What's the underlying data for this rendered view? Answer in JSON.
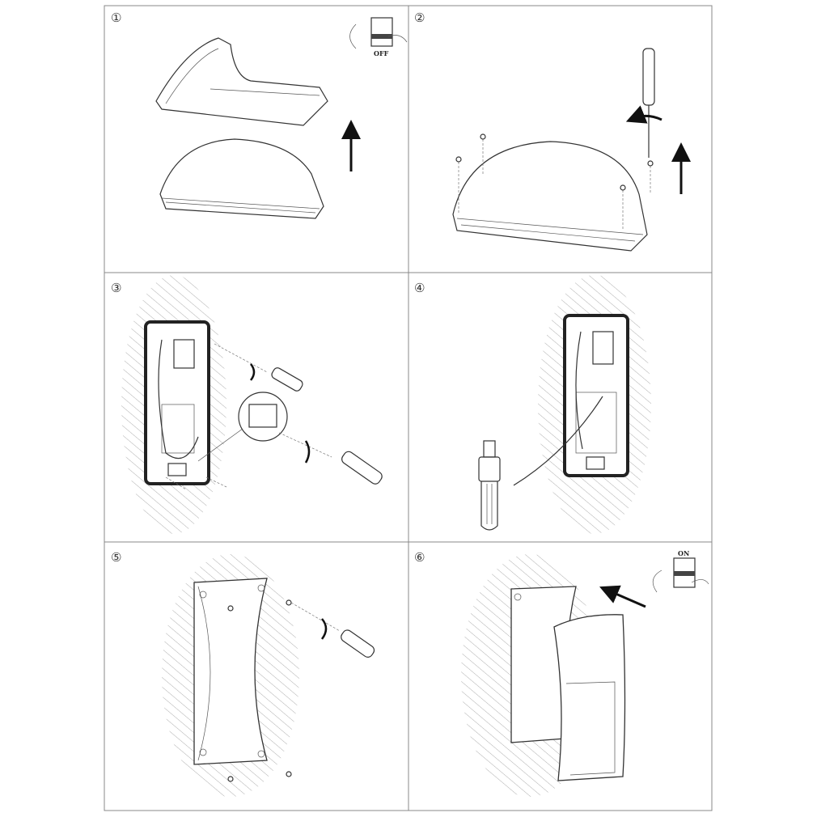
{
  "steps": [
    {
      "number": "①",
      "switch_label": "OFF"
    },
    {
      "number": "②"
    },
    {
      "number": "③"
    },
    {
      "number": "④"
    },
    {
      "number": "⑤"
    },
    {
      "number": "⑥",
      "switch_label": "ON"
    }
  ],
  "colors": {
    "line": "#333333",
    "border": "#888888"
  }
}
